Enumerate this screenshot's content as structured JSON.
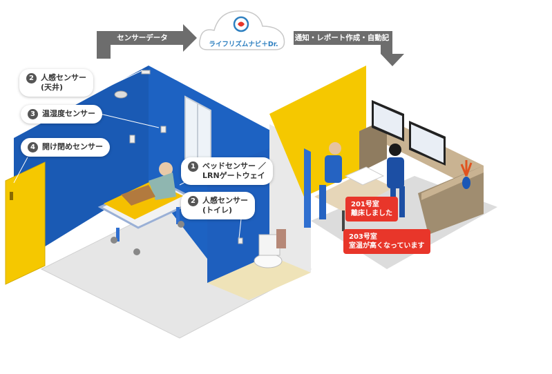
{
  "flow": {
    "sensor_data_label": "センサーデータ",
    "notify_label": "通知・レポート作成・自動記録",
    "cloud_label": "ライフリズムナビ＋Dr."
  },
  "sensors": [
    {
      "num": "2",
      "text": "人感センサー\n(天井)"
    },
    {
      "num": "3",
      "text": "温湿度センサー"
    },
    {
      "num": "4",
      "text": "開け閉めセンサー"
    },
    {
      "num": "1",
      "text": "ベッドセンサー ／\nLRNゲートウェイ"
    },
    {
      "num": "2",
      "text": "人感センサー\n(トイレ)"
    }
  ],
  "alerts": [
    {
      "text": "201号室\n離床しました"
    },
    {
      "text": "203号室\n室温が高くなっています"
    }
  ],
  "colors": {
    "wall_blue": "#1a5ab4",
    "wall_yellow": "#f5c800",
    "arrow_gray": "#6d6d6d",
    "alert_red": "#e8362a",
    "cloud_blue": "#2d7fc0"
  }
}
